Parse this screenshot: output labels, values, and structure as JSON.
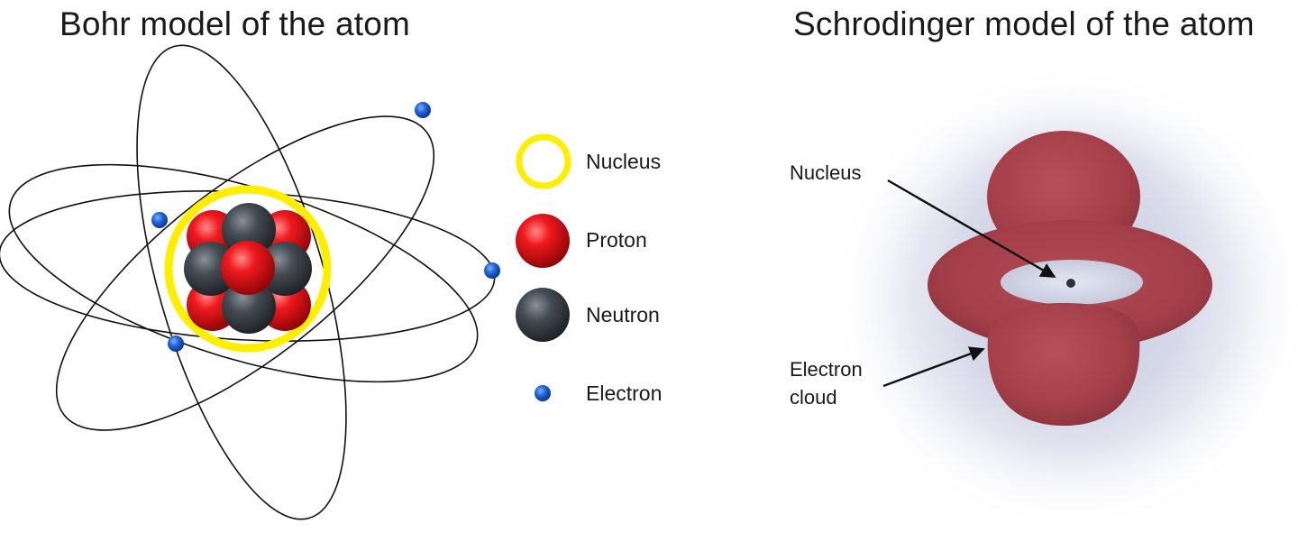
{
  "bohr": {
    "title": "Bohr model of the atom",
    "legend": [
      {
        "label": "Nucleus",
        "icon": "yellow-ring-icon",
        "color": "#ffee00"
      },
      {
        "label": "Proton",
        "icon": "red-sphere-icon",
        "color": "#e8141a"
      },
      {
        "label": "Neutron",
        "icon": "gray-sphere-icon",
        "color": "#3e434a"
      },
      {
        "label": "Electron",
        "icon": "blue-dot-icon",
        "color": "#1c5fd6"
      }
    ]
  },
  "schrodinger": {
    "title": "Schrodinger model of the atom",
    "labels": {
      "nucleus": "Nucleus",
      "electron_cloud_line1": "Electron",
      "electron_cloud_line2": "cloud"
    },
    "cloud_color": "#a3404a",
    "haze_color": "#aab0cc"
  }
}
